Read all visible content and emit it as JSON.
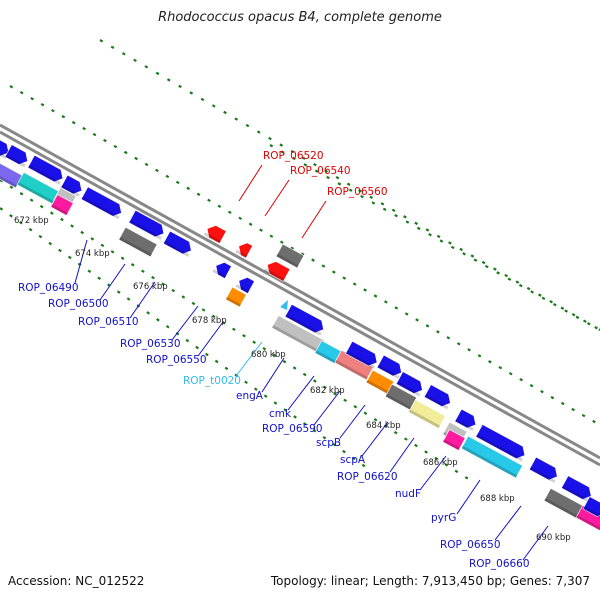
{
  "title": "Rhodococcus opacus B4, complete genome",
  "footer": {
    "accession": "Accession: NC_012522",
    "summary": "Topology: linear; Length: 7,913,450 bp; Genes: 7,307"
  },
  "colors": {
    "backbone": "#888888",
    "ruler_dots": "#1a7a1a",
    "label_blue": "#1010c8",
    "label_red": "#e00000",
    "label_cyan": "#33bbee",
    "gene_blue": "#1a10e8",
    "gene_red": "#ff1010",
    "gene_gray": "#6e6e6e",
    "gene_lightgray": "#c0c0c0",
    "gene_cyan": "#28c8e8",
    "gene_salmon": "#f08080",
    "gene_orange": "#ff8c00",
    "gene_yellow": "#f0ec9a",
    "gene_pink": "#ff1aa0",
    "gene_purple": "#7b68ee",
    "gene_teal": "#20d0c8"
  },
  "kbp_ticks": [
    "672 kbp",
    "674 kbp",
    "676 kbp",
    "678 kbp",
    "680 kbp",
    "682 kbp",
    "684 kbp",
    "686 kbp",
    "688 kbp",
    "690 kbp"
  ],
  "gene_labels": [
    {
      "name": "ROP_06520",
      "color": "red"
    },
    {
      "name": "ROP_06540",
      "color": "red"
    },
    {
      "name": "ROP_06560",
      "color": "red"
    },
    {
      "name": "ROP_06490",
      "color": "blue"
    },
    {
      "name": "ROP_06500",
      "color": "blue"
    },
    {
      "name": "ROP_06510",
      "color": "blue"
    },
    {
      "name": "ROP_06530",
      "color": "blue"
    },
    {
      "name": "ROP_06550",
      "color": "blue"
    },
    {
      "name": "ROP_t0020",
      "color": "cyan"
    },
    {
      "name": "engA",
      "color": "blue"
    },
    {
      "name": "cmk",
      "color": "blue"
    },
    {
      "name": "ROP_06590",
      "color": "blue"
    },
    {
      "name": "scpB",
      "color": "blue"
    },
    {
      "name": "scpA",
      "color": "blue"
    },
    {
      "name": "ROP_06620",
      "color": "blue"
    },
    {
      "name": "nudF",
      "color": "blue"
    },
    {
      "name": "pyrG",
      "color": "blue"
    },
    {
      "name": "ROP_06650",
      "color": "blue"
    },
    {
      "name": "ROP_06660",
      "color": "blue"
    }
  ]
}
